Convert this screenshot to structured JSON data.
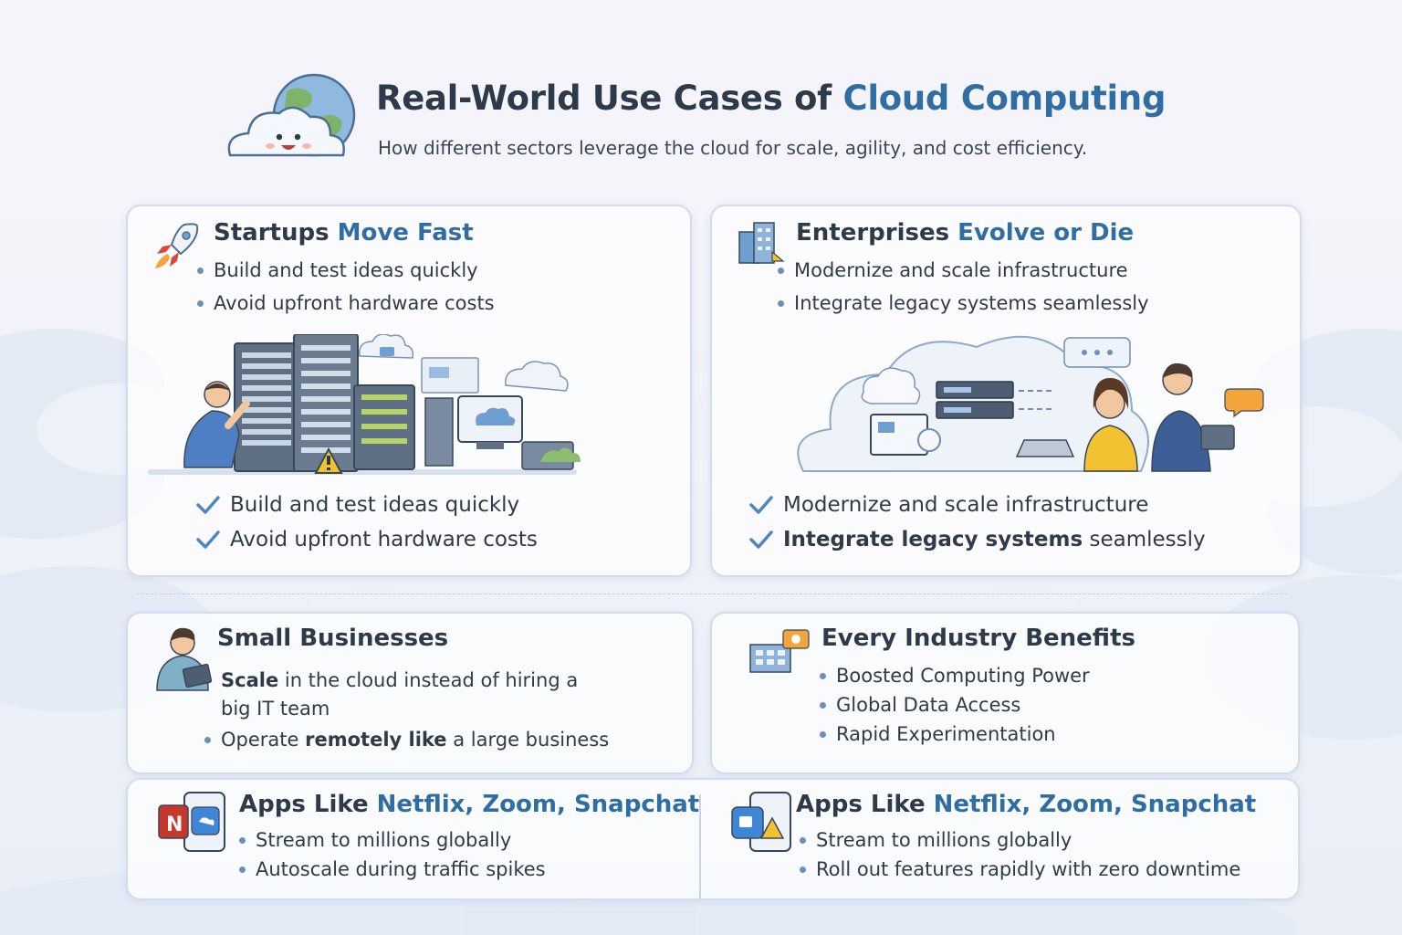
{
  "header": {
    "title_pre": "Real-World Use Cases of ",
    "title_highlight": "Cloud Computing",
    "subtitle": "How different sectors leverage the cloud for scale, agility, and cost efficiency."
  },
  "startups": {
    "title_pre": "Startups ",
    "title_highlight": "Move Fast",
    "bullets": [
      "Build and test ideas quickly",
      "Avoid upfront hardware costs"
    ],
    "checks": [
      "Build and test ideas quickly",
      "Avoid upfront hardware costs"
    ]
  },
  "enterprises": {
    "title_pre": "Enterprises ",
    "title_highlight": "Evolve or Die",
    "bullets": [
      "Modernize and scale infrastructure",
      "Integrate legacy systems seamlessly"
    ],
    "checks": [
      "Modernize and scale infrastructure"
    ],
    "check_bold": "Integrate legacy systems",
    "check_rest": " seamlessly"
  },
  "small_businesses": {
    "title": "Small Businesses",
    "line1_bold": "Scale",
    "line1_rest": " in the cloud instead of hiring a",
    "line2": "big IT team",
    "bullet_pre": "Operate ",
    "bullet_bold": "remotely like",
    "bullet_post": " a large business"
  },
  "every_industry": {
    "title": "Every Industry Benefits",
    "bullets": [
      "Boosted Computing Power",
      "Global Data Access",
      "Rapid Experimentation"
    ]
  },
  "apps_left": {
    "title_pre": "Apps Like ",
    "title_highlight": "Netflix, Zoom, Snapchat",
    "bullets": [
      "Stream to millions globally",
      "Autoscale during traffic spikes"
    ]
  },
  "apps_right": {
    "title_pre": "Apps Like ",
    "title_highlight": "Netflix, Zoom, Snapchat",
    "bullets": [
      "Stream to millions globally",
      "Roll out features rapidly with zero downtime"
    ]
  },
  "colors": {
    "accent": "#2f6da3",
    "text": "#2c3a4a",
    "card_border": "#d2dcee",
    "check": "#4f86bf",
    "warning": "#f2c230",
    "netflix_red": "#c8372b"
  }
}
